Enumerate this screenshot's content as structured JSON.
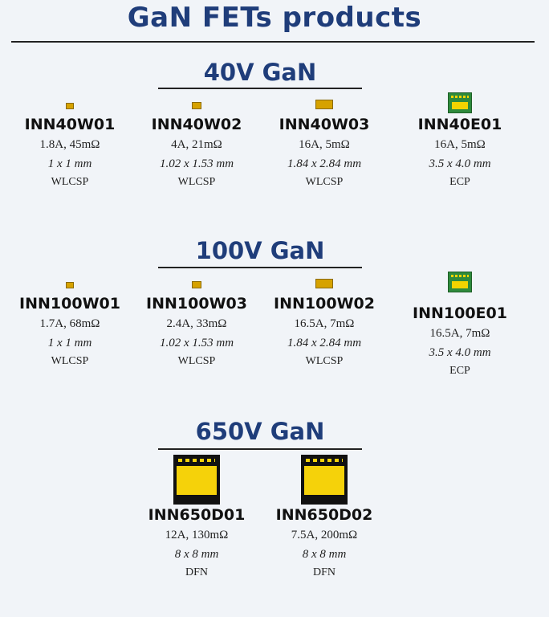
{
  "title": "GaN FETs products",
  "sections": [
    {
      "title": "40V GaN",
      "products": [
        {
          "name": "INN40W01",
          "spec": "1.8A, 45mΩ",
          "size": "1 x 1 mm",
          "package": "WLCSP",
          "icon": "small-chip-icon"
        },
        {
          "name": "INN40W02",
          "spec": "4A, 21mΩ",
          "size": "1.02 x 1.53 mm",
          "package": "WLCSP",
          "icon": "small-chip-icon"
        },
        {
          "name": "INN40W03",
          "spec": "16A, 5mΩ",
          "size": "1.84 x 2.84 mm",
          "package": "WLCSP",
          "icon": "chip-icon"
        },
        {
          "name": "INN40E01",
          "spec": "16A, 5mΩ",
          "size": "3.5 x 4.0 mm",
          "package": "ECP",
          "icon": "ecp-chip-icon"
        }
      ]
    },
    {
      "title": "100V GaN",
      "products": [
        {
          "name": "INN100W01",
          "spec": "1.7A, 68mΩ",
          "size": "1 x 1 mm",
          "package": "WLCSP",
          "icon": "small-chip-icon"
        },
        {
          "name": "INN100W03",
          "spec": "2.4A, 33mΩ",
          "size": "1.02 x 1.53 mm",
          "package": "WLCSP",
          "icon": "small-chip-icon"
        },
        {
          "name": "INN100W02",
          "spec": "16.5A, 7mΩ",
          "size": "1.84 x 2.84 mm",
          "package": "WLCSP",
          "icon": "chip-icon"
        },
        {
          "name": "INN100E01",
          "spec": "16.5A, 7mΩ",
          "size": "3.5 x 4.0 mm",
          "package": "ECP",
          "icon": "ecp-chip-icon"
        }
      ]
    },
    {
      "title": "650V GaN",
      "products": [
        {
          "name": "INN650D01",
          "spec": "12A, 130mΩ",
          "size": "8 x 8 mm",
          "package": "DFN",
          "icon": "dfn-chip-icon"
        },
        {
          "name": "INN650D02",
          "spec": "7.5A, 200mΩ",
          "size": "8 x 8 mm",
          "package": "DFN",
          "icon": "dfn-chip-icon"
        }
      ]
    }
  ],
  "colors": {
    "heading": "#1f3d7a",
    "background": "#f1f4f8",
    "chip_gold": "#d6a200",
    "dfn_yellow": "#f5d20a"
  }
}
